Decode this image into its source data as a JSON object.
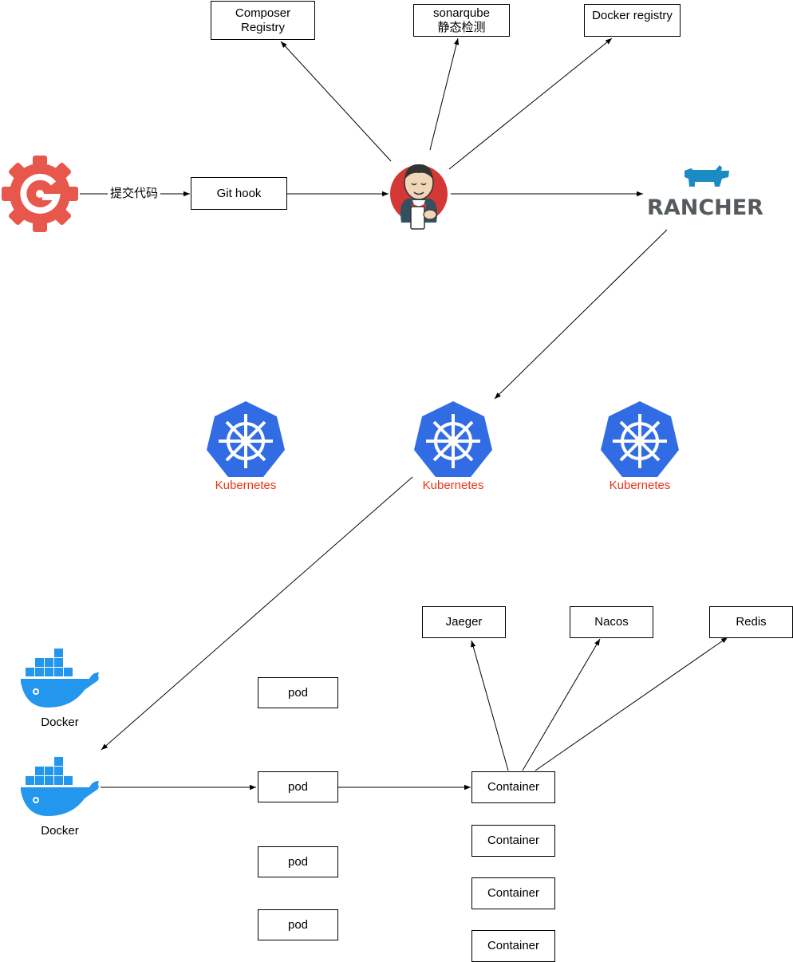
{
  "nodes": {
    "composer": "Composer\nRegistry",
    "sonarqube": "sonarqube\n静态检测",
    "docker_registry": "Docker registry",
    "git_hook": "Git hook",
    "pod_1": "pod",
    "pod_2": "pod",
    "pod_3": "pod",
    "pod_4": "pod",
    "container_1": "Container",
    "container_2": "Container",
    "container_3": "Container",
    "container_4": "Container",
    "jaeger": "Jaeger",
    "nacos": "Nacos",
    "redis": "Redis"
  },
  "labels": {
    "commit_code": "提交代码",
    "rancher": "RANCHER",
    "k8s_1": "Kubernetes",
    "k8s_2": "Kubernetes",
    "k8s_3": "Kubernetes",
    "docker_1": "Docker",
    "docker_2": "Docker"
  },
  "icons": {
    "gitea": "gitea-icon",
    "jenkins": "jenkins-icon",
    "rancher": "rancher-icon",
    "kubernetes": "kubernetes-icon",
    "docker": "docker-icon"
  },
  "colors": {
    "kubernetes_blue": "#326ce5",
    "kubernetes_label": "#e8351b",
    "docker_blue": "#2396ed",
    "rancher_blue": "#1b8bc4",
    "gitea_red": "#e8574c",
    "jenkins_red": "#d33834"
  }
}
